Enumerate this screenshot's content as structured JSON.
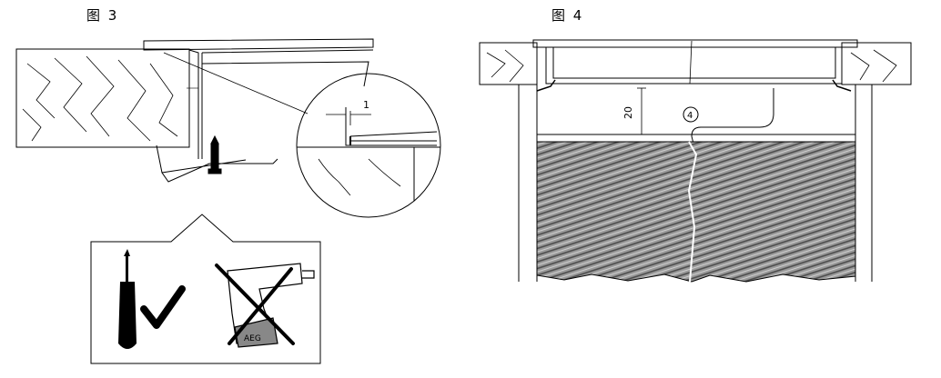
{
  "figure3": {
    "title": "图 3",
    "detail_dimension": "1",
    "tools": {
      "allowed_tool": "screwdriver-icon",
      "allowed_mark": "checkmark-icon",
      "forbidden_tool": "power-drill-icon",
      "forbidden_mark": "cross-icon"
    }
  },
  "figure4": {
    "title": "图 4",
    "gap_dimension": "20",
    "callout_number": "4"
  }
}
